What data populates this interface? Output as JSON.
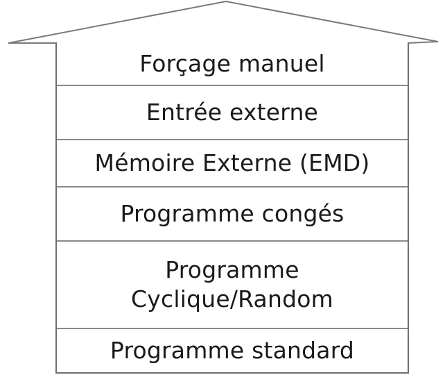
{
  "layers": [
    {
      "label": "Forçage manuel"
    },
    {
      "label": "Entrée externe"
    },
    {
      "label": "Mémoire Externe (EMD)"
    },
    {
      "label": "Programme congés"
    },
    {
      "label": "Programme\nCyclique/Random"
    },
    {
      "label": "Programme standard"
    }
  ]
}
